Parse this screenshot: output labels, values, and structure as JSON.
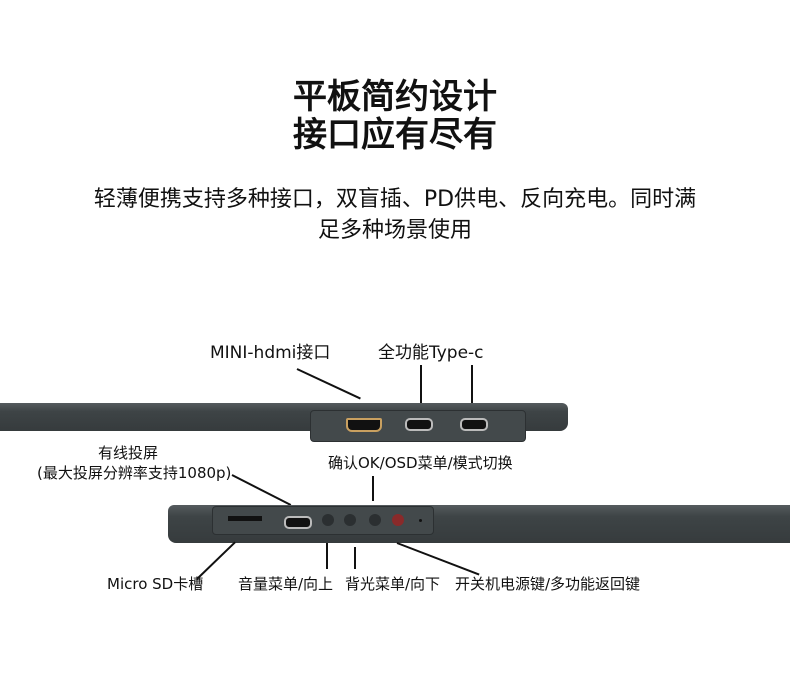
{
  "heading": {
    "line1": "平板简约设计",
    "line2": "接口应有尽有"
  },
  "description": {
    "line1": "轻薄便携支持多种接口，双盲插、PD供电、反向充电。同时满",
    "line2": "足多种场景使用"
  },
  "top_labels": {
    "hdmi": "MINI-hdmi接口",
    "typec": "全功能Type-c"
  },
  "bottom_labels": {
    "wired_cast": "有线投屏",
    "wired_cast_note": "(最大投屏分辨率支持1080p)",
    "ok_button": "确认OK/OSD菜单/模式切换",
    "sd_slot": "Micro SD卡槽",
    "volume": "音量菜单/向上",
    "backlight": "背光菜单/向下",
    "power": "开关机电源键/多功能返回键"
  },
  "colors": {
    "device": "#3e4446",
    "power_button": "#8a2a2a",
    "hdmi_port": "#c9a060"
  }
}
